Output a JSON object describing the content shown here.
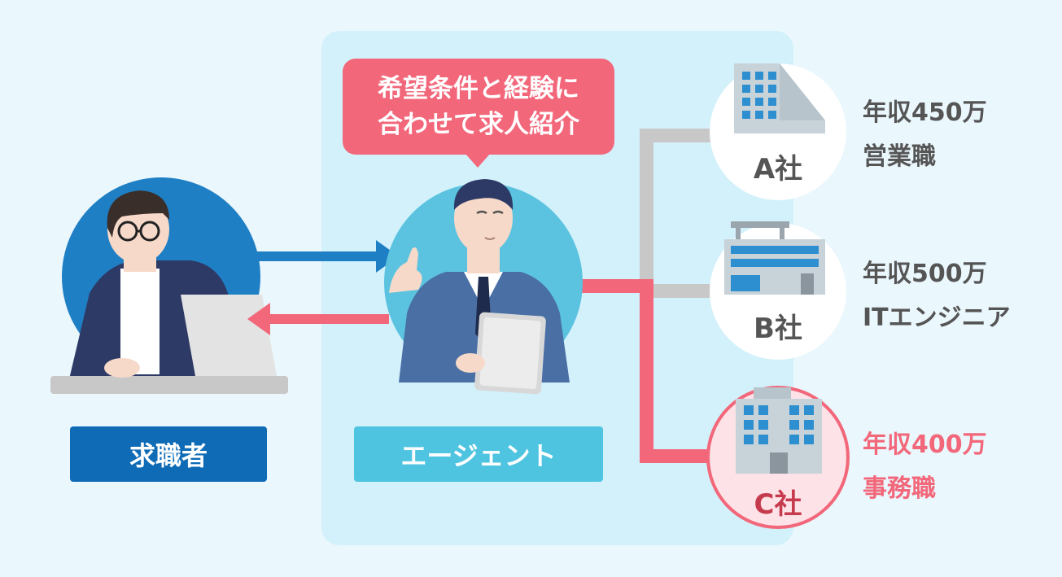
{
  "bubble": {
    "line1": "希望条件と経験に",
    "line2": "合わせて求人紹介"
  },
  "roles": {
    "seeker": "求職者",
    "agent": "エージェント"
  },
  "companies": [
    {
      "name": "A社",
      "salary": "年収450万",
      "job": "営業職",
      "highlight": false
    },
    {
      "name": "B社",
      "salary": "年収500万",
      "job": "ITエンジニア",
      "highlight": false
    },
    {
      "name": "C社",
      "salary": "年収400万",
      "job": "事務職",
      "highlight": true
    }
  ],
  "colors": {
    "pink": "#f2677a",
    "blue": "#1f7fc4",
    "navy": "#0f6bb6",
    "cyan": "#4ec4e0",
    "gray_text": "#555555"
  }
}
